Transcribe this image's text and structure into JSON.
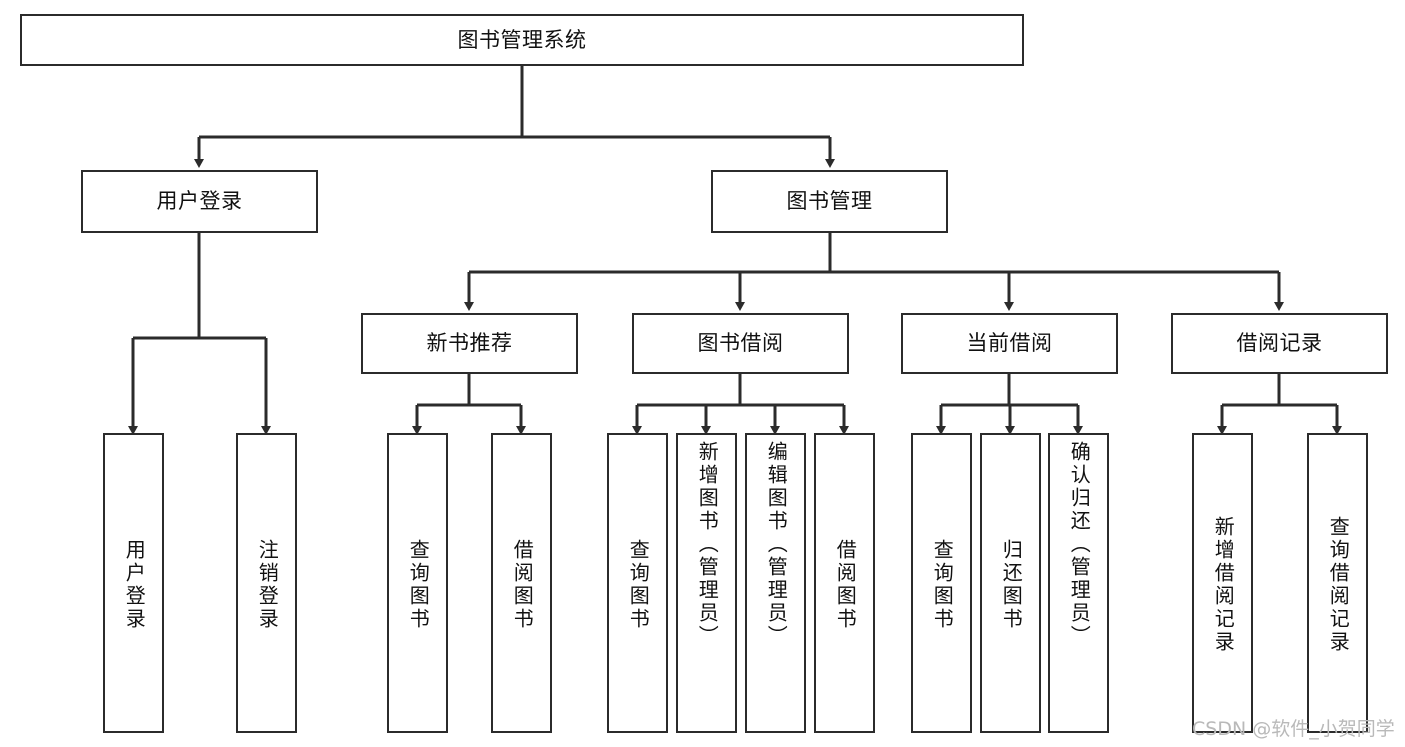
{
  "diagram": {
    "type": "tree-hierarchy",
    "title": "图书管理系统",
    "orientation": "top-down",
    "colors": {
      "stroke": "#2b2b2b",
      "fill": "#ffffff",
      "text": "#111111",
      "watermark": "#b9b9b9"
    },
    "root": {
      "label": "图书管理系统"
    },
    "level2": [
      {
        "label": "用户登录"
      },
      {
        "label": "图书管理"
      }
    ],
    "level3": [
      {
        "label": "新书推荐"
      },
      {
        "label": "图书借阅"
      },
      {
        "label": "当前借阅"
      },
      {
        "label": "借阅记录"
      }
    ],
    "leaves": {
      "user_login": [
        {
          "label": "用户登录"
        },
        {
          "label": "注销登录"
        }
      ],
      "new_book_recommend": [
        {
          "label": "查询图书"
        },
        {
          "label": "借阅图书"
        }
      ],
      "book_borrow": [
        {
          "label": "查询图书"
        },
        {
          "label": "新增图书（管理员）"
        },
        {
          "label": "编辑图书（管理员）"
        },
        {
          "label": "借阅图书"
        }
      ],
      "current_borrow": [
        {
          "label": "查询图书"
        },
        {
          "label": "归还图书"
        },
        {
          "label": "确认归还（管理员）"
        }
      ],
      "borrow_record": [
        {
          "label": "新增借阅记录"
        },
        {
          "label": "查询借阅记录"
        }
      ]
    }
  },
  "watermark": {
    "text": "CSDN @软件_小贺同学"
  }
}
